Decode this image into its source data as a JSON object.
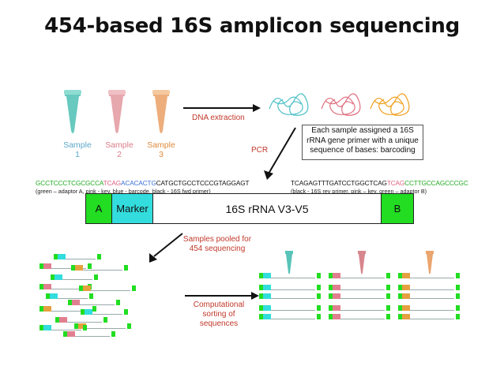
{
  "title": "454-based 16S amplicon sequencing",
  "samples": [
    {
      "label": "Sample",
      "num": "1",
      "color": "#4fb8b0"
    },
    {
      "label": "Sample",
      "num": "2",
      "color": "#d7868d"
    },
    {
      "label": "Sample",
      "num": "3",
      "color": "#e59a52"
    }
  ],
  "steps": {
    "dna_extraction": "DNA extraction",
    "pcr": "PCR",
    "pooled": [
      "Samples pooled for",
      "454 sequencing"
    ],
    "sorting": [
      "Computational",
      "sorting of",
      "sequences"
    ]
  },
  "note_box": [
    "Each sample assigned a 16S",
    "rRNA gene primer with a unique",
    "sequence of bases: barcoding"
  ],
  "fwd_primer": {
    "green": "GCCTCCCTCGCGCCA",
    "pink": "TCAG",
    "blue": "ACACACTG",
    "black": "CATGCTGCCTCCCGTAGGAGT",
    "legend": "(green – adaptor A, pink - key, blue - barcode, black - 16S fwd primer)"
  },
  "rev_primer": {
    "black": "TCAGAGTTTGATCCTGGCTCAG",
    "pink": "TCAG",
    "green": "CCTTGCCAGCCCGC",
    "legend": "(black - 16S rev primer, pink – key, green – adaptor B)"
  },
  "amplicon": {
    "a": "A",
    "marker": "Marker",
    "region": "16S rRNA V3-V5",
    "b": "B"
  },
  "colors": {
    "green": "#22dd22",
    "cyan": "#33dddd",
    "pink": "#e07f8f",
    "orange": "#e5a040",
    "blue": "#3a6fd8",
    "arrow": "#111111"
  }
}
